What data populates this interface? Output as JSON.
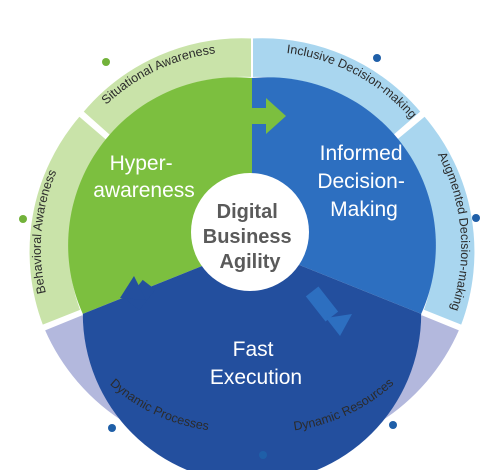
{
  "diagram": {
    "center": {
      "lines": [
        "Digital",
        "Business",
        "Agility"
      ]
    },
    "sectors": [
      {
        "key": "hyper",
        "lines": [
          "Hyper-",
          "awareness"
        ],
        "color": "#7cbf3f"
      },
      {
        "key": "informed",
        "lines": [
          "Informed",
          "Decision-",
          "Making"
        ],
        "color": "#2d6fc0"
      },
      {
        "key": "fast",
        "lines": [
          "Fast",
          "Execution"
        ],
        "color": "#234f9e"
      }
    ],
    "ring_segments": [
      {
        "key": "situational",
        "text": "Situational Awareness",
        "color": "#c9e3a9"
      },
      {
        "key": "behavioral",
        "text": "Behavioral Awareness",
        "color": "#c9e3a9"
      },
      {
        "key": "inclusive",
        "text": "Inclusive Decision-making",
        "color": "#a9d6ef"
      },
      {
        "key": "augmented",
        "text": "Augmented Decision-making",
        "color": "#a9d6ef"
      },
      {
        "key": "resources",
        "text": "Dynamic Resources",
        "color": "#b3b8dd"
      },
      {
        "key": "processes",
        "text": "Dynamic Processes",
        "color": "#b3b8dd"
      }
    ],
    "dot_colors": {
      "green": "#72b23a",
      "blue": "#1f5fa8"
    }
  }
}
